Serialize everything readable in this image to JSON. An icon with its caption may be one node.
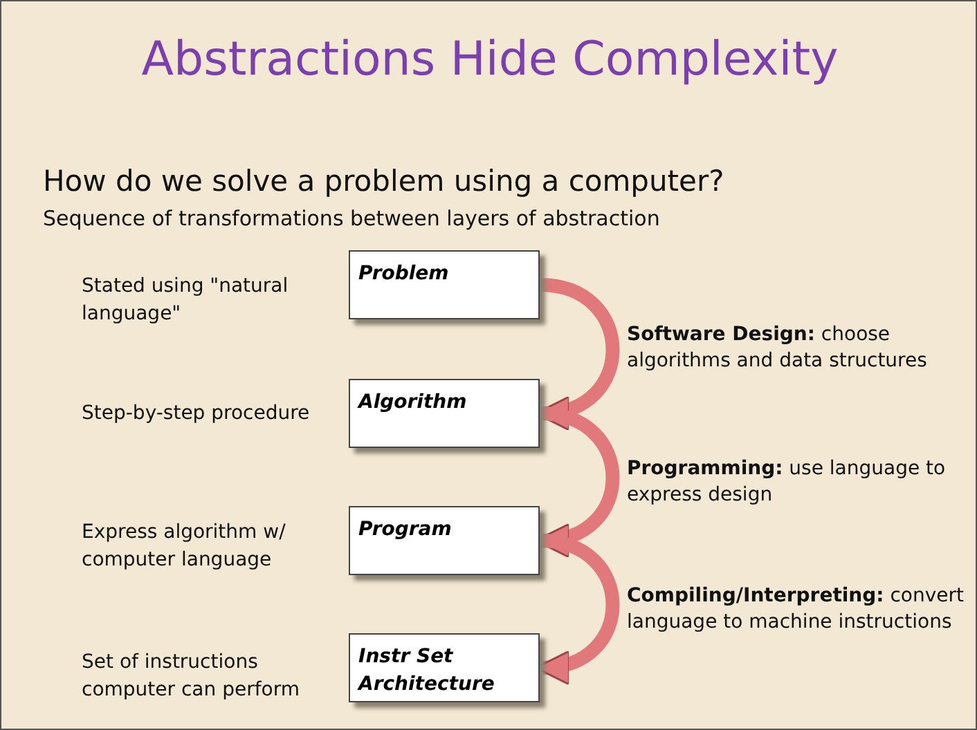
{
  "diagram": {
    "title": "Abstractions Hide Complexity",
    "nodes": [
      {
        "text": [
          "Problem"
        ],
        "beside": [
          "Stated using \"natural language\""
        ]
      },
      {
        "text": [
          "Algorithm"
        ],
        "beside": [
          "Step-by-step procedure"
        ]
      },
      {
        "text": [
          "Program"
        ],
        "beside": [
          "Express algorithm w/ computer language"
        ]
      },
      {
        "text": [
          "Instr Set Architecture"
        ],
        "beside": [
          "Set of instructions computer can perform"
        ]
      }
    ],
    "edges": [
      {
        "from": 0,
        "to": 1,
        "arrow": "to",
        "label": "**Software Design:** choose algorithms and data structures"
      },
      {
        "from": 1,
        "to": 2,
        "arrow": "to",
        "label": "**Programming:** use language to express design"
      },
      {
        "from": 2,
        "to": 3,
        "arrow": "to",
        "label": "**Compiling/Interpreting:** convert language to machine instructions"
      }
    ],
    "labels": [
      "How do we solve a problem using a computer?",
      "Sequence of transformations between layers of abstraction"
    ]
  }
}
